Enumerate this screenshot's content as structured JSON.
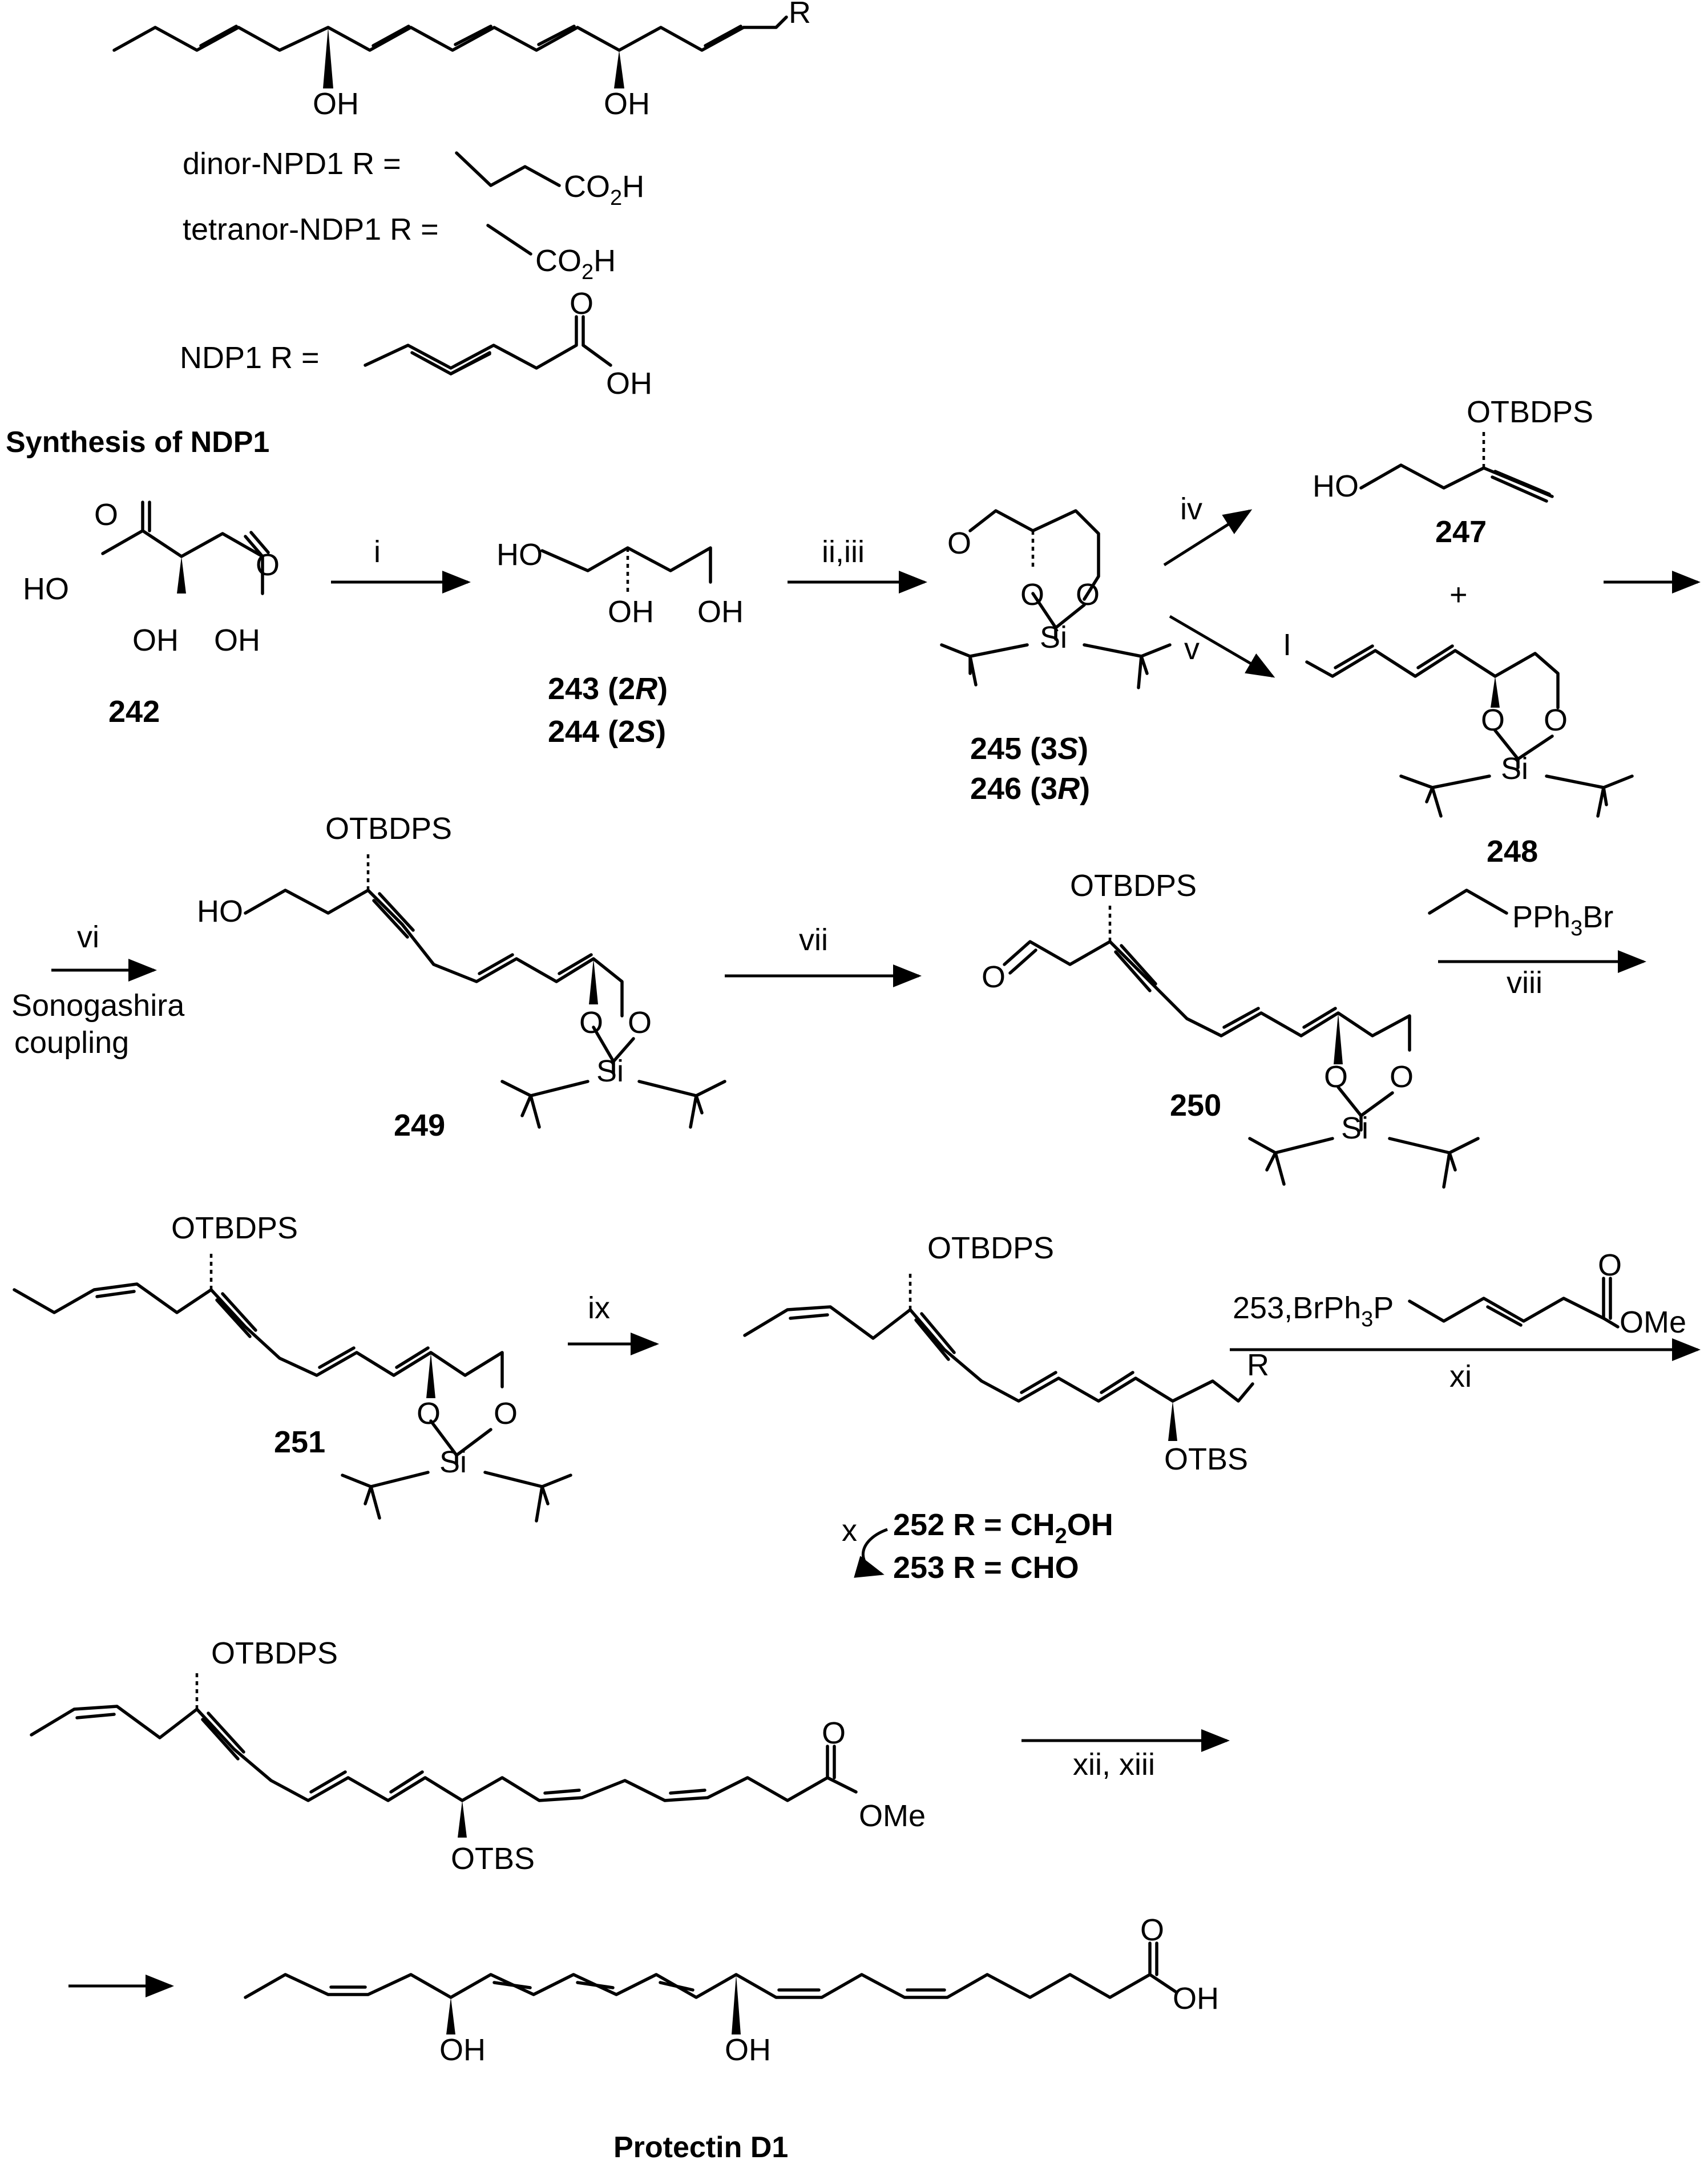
{
  "header": {
    "r_label": "R",
    "oh": "OH",
    "dinor": "dinor-NPD1  R =",
    "tetranor": "tetranor-NDP1  R =",
    "ndp1": "NDP1  R =",
    "co2h": "CO",
    "co2h_sub": "2",
    "co2h_end": "H",
    "o": "O",
    "section_title": "Synthesis of NDP1"
  },
  "labels": {
    "ho": "HO",
    "oh": "OH",
    "o": "O",
    "si": "Si",
    "i": "I",
    "otbdps": "OTBDPS",
    "otbs": "OTBS",
    "ome": "OMe",
    "plus": "+",
    "pph3br_a": "PPh",
    "pph3br_sub": "3",
    "pph3br_b": "Br",
    "wittig_a": "253,BrPh",
    "wittig_sub": "3",
    "wittig_b": "P",
    "r": "R"
  },
  "compounds": {
    "c242": "242",
    "c243": "243 (2",
    "c243r": "R",
    "c244": "244 (2",
    "c244s": "S",
    "c245": "245 (3",
    "c245s": "S",
    "c246": "246 (3",
    "c246r": "R",
    "c247": "247",
    "c248": "248",
    "c249": "249",
    "c250": "250",
    "c251": "251",
    "c252": "252 R = CH",
    "c252sub": "2",
    "c252end": "OH",
    "c253": "253 R = CHO",
    "protectin": "Protectin D1",
    "close": ")"
  },
  "steps": {
    "i": "i",
    "ii_iii": "ii,iii",
    "iv": "iv",
    "v": "v",
    "vi": "vi",
    "sonogashira_1": "Sonogashira",
    "sonogashira_2": "coupling",
    "vii": "vii",
    "viii": "viii",
    "ix": "ix",
    "x": "x",
    "xi": "xi",
    "xii_xiii": "xii, xiii"
  }
}
